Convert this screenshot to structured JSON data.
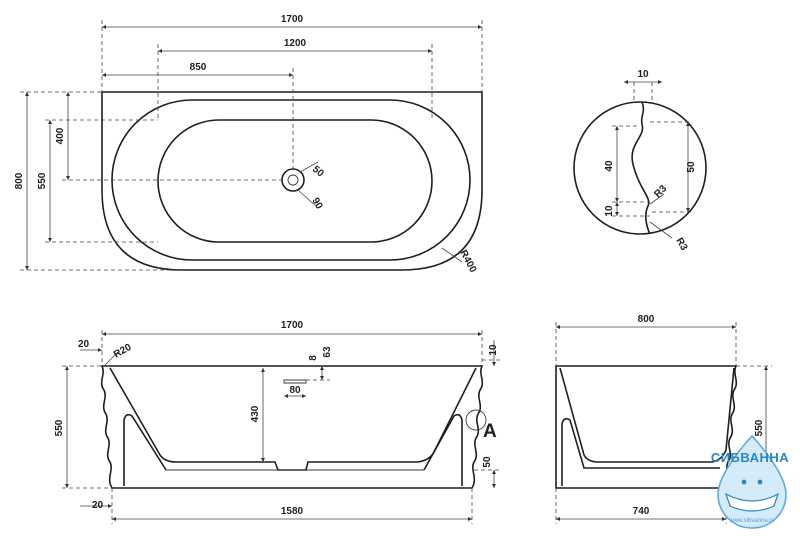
{
  "top_view": {
    "dim_width_total": "1700",
    "dim_inner_length": "1200",
    "dim_drain_offset": "850",
    "dim_height_total": "800",
    "dim_inner_width": "550",
    "dim_drain_y": "400",
    "dim_drain_d1": "50",
    "dim_drain_d2": "90",
    "dim_radius": "R400"
  },
  "detail_a": {
    "dim_top": "10",
    "dim_left_40": "40",
    "dim_left_10": "10",
    "dim_right_50": "50",
    "radius_1": "R3",
    "radius_2": "R3"
  },
  "front_view": {
    "dim_top_width": "1700",
    "dim_bottom_width": "1580",
    "dim_height": "550",
    "dim_depth": "430",
    "dim_rim_20": "20",
    "dim_radius_20": "R20",
    "dim_overflow_8": "8",
    "dim_overflow_63": "63",
    "dim_overflow_80": "80",
    "dim_right_10": "10",
    "dim_right_50": "50",
    "dim_bottom_20": "20",
    "detail_label": "A"
  },
  "side_view": {
    "dim_top_width": "800",
    "dim_bottom_width": "740",
    "dim_height": "550"
  },
  "logo": {
    "name": "СИБВАННА",
    "url": "www.sibvanna.ru",
    "color": "#2a86c8"
  }
}
